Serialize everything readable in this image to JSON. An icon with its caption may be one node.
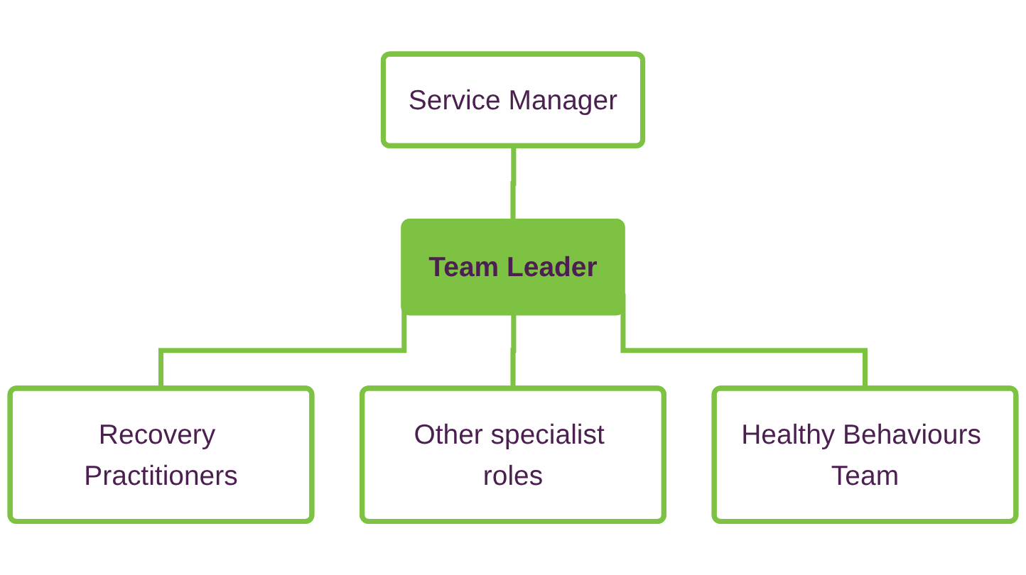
{
  "diagram": {
    "nodes": [
      {
        "text": [
          "Service Manager"
        ]
      },
      {
        "text": [
          "Team Leader"
        ]
      },
      {
        "text": [
          "Recovery Practitioners"
        ]
      },
      {
        "text": [
          "Other specialist roles"
        ]
      },
      {
        "text": [
          "Healthy Behaviours Team"
        ]
      }
    ],
    "edges": [
      {
        "from": 0,
        "to": 1,
        "arrow": "none"
      },
      {
        "from": 1,
        "to": 2,
        "arrow": "none"
      },
      {
        "from": 1,
        "to": 3,
        "arrow": "none"
      },
      {
        "from": 1,
        "to": 4,
        "arrow": "none"
      }
    ]
  }
}
